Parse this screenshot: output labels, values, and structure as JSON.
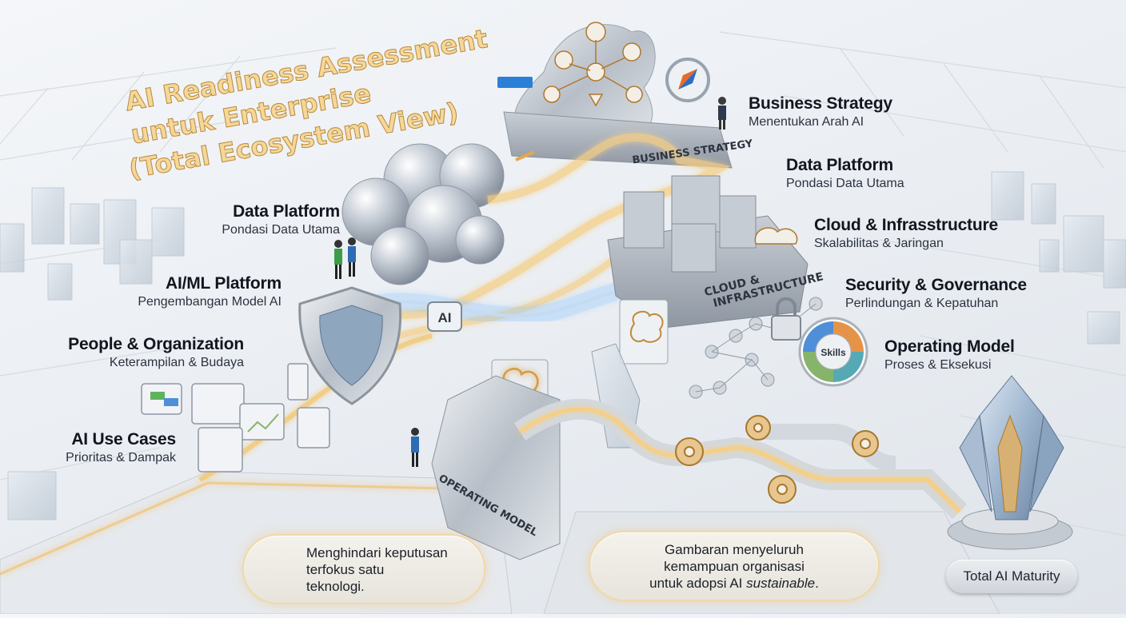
{
  "title": {
    "line1": "AI Readiness Assessment",
    "line2": "untuk Enterprise",
    "line3": "(Total Ecosystem View)"
  },
  "right_labels": [
    {
      "heading": "Business Strategy",
      "sub": "Menentukan Arah AI"
    },
    {
      "heading": "Data Platform",
      "sub": "Pondasi Data Utama"
    },
    {
      "heading": "Cloud & Infrasstructure",
      "sub": "Skalabilitas & Jaringan"
    },
    {
      "heading": "Security & Governance",
      "sub": "Perlindungan & Kepatuhan"
    },
    {
      "heading": "Operating Model",
      "sub": "Proses & Eksekusi"
    }
  ],
  "left_labels": [
    {
      "heading": "Data Platform",
      "sub": "Pondasi Data Utama"
    },
    {
      "heading": "AI/ML Platform",
      "sub": "Pengembangan Model AI"
    },
    {
      "heading": "People & Organization",
      "sub": "Keterampilan & Budaya"
    },
    {
      "heading": "AI Use Cases",
      "sub": "Prioritas & Dampak"
    }
  ],
  "scene_text": {
    "business_strategy_path": "BUSINESS STRATEGY",
    "cloud_block_line1": "CLOUD &",
    "cloud_block_line2": "INFRASTRUCTURE",
    "operating_model_path": "OPERATING MODEL",
    "ai_badge": "AI",
    "skills_wheel": "Skills"
  },
  "callouts": {
    "left_line1": "Menghindari keputusan",
    "left_line2": "terfokus satu",
    "left_line3": "teknologi.",
    "right_line1": "Gambaran menyeluruh",
    "right_line2": "kemampuan organisasi",
    "right_line3a": "untuk adopsi AI ",
    "right_line3b": "sustainable",
    "right_line3c": "."
  },
  "maturity_label": "Total AI Maturity",
  "colors": {
    "gold_glow": "#f0b85a",
    "title_gold": "#f6d79a",
    "steel": "#b9c0c9",
    "blue_glow": "#6fb4ff",
    "wheel_blue": "#4f8fd8",
    "wheel_green": "#86b46a",
    "wheel_orange": "#e6934a",
    "wheel_teal": "#55a9b5"
  },
  "icons": [
    "compass-icon",
    "shield-icon",
    "brain-icon",
    "lock-icon",
    "cloud-icon",
    "gear-icon",
    "clock-icon",
    "tree-icon",
    "no-tech-icon",
    "donut-chart-icon",
    "crystal-trophy-icon"
  ]
}
